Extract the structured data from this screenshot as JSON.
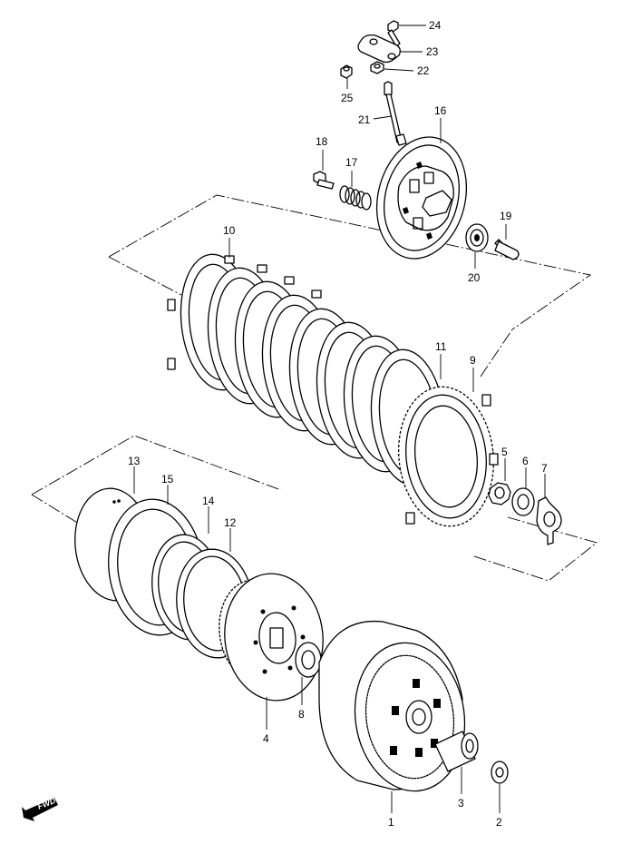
{
  "diagram": {
    "callouts": [
      {
        "id": "c1",
        "label": "1"
      },
      {
        "id": "c2",
        "label": "2"
      },
      {
        "id": "c3",
        "label": "3"
      },
      {
        "id": "c4",
        "label": "4"
      },
      {
        "id": "c5",
        "label": "5"
      },
      {
        "id": "c6",
        "label": "6"
      },
      {
        "id": "c7",
        "label": "7"
      },
      {
        "id": "c8",
        "label": "8"
      },
      {
        "id": "c9",
        "label": "9"
      },
      {
        "id": "c10",
        "label": "10"
      },
      {
        "id": "c11",
        "label": "11"
      },
      {
        "id": "c12",
        "label": "12"
      },
      {
        "id": "c13",
        "label": "13"
      },
      {
        "id": "c14",
        "label": "14"
      },
      {
        "id": "c15",
        "label": "15"
      },
      {
        "id": "c16",
        "label": "16"
      },
      {
        "id": "c17",
        "label": "17"
      },
      {
        "id": "c18",
        "label": "18"
      },
      {
        "id": "c19",
        "label": "19"
      },
      {
        "id": "c20",
        "label": "20"
      },
      {
        "id": "c21",
        "label": "21"
      },
      {
        "id": "c22",
        "label": "22"
      },
      {
        "id": "c23",
        "label": "23"
      },
      {
        "id": "c24",
        "label": "24"
      },
      {
        "id": "c25",
        "label": "25"
      }
    ],
    "direction_badge": "FWD"
  }
}
